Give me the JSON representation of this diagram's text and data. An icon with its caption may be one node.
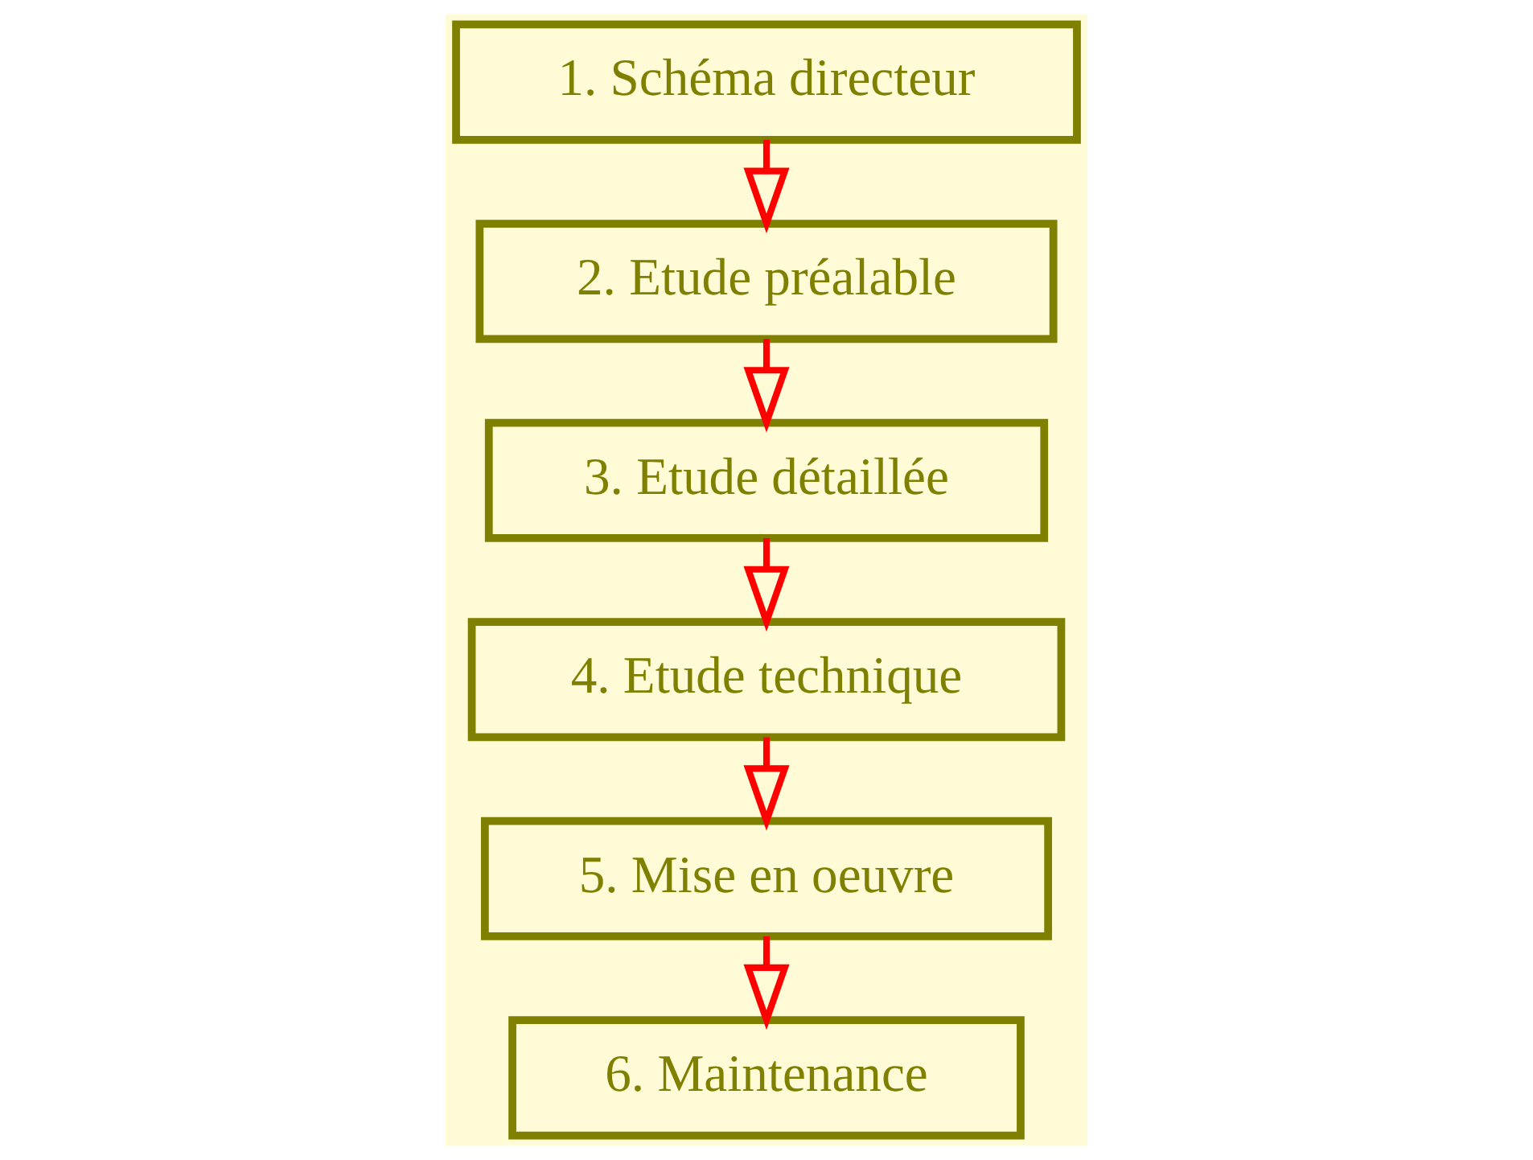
{
  "diagram": {
    "nodes": [
      {
        "text": [
          "1. Schéma directeur"
        ]
      },
      {
        "text": [
          "2. Etude préalable"
        ]
      },
      {
        "text": [
          "3. Etude détaillée"
        ]
      },
      {
        "text": [
          "4. Etude technique"
        ]
      },
      {
        "text": [
          "5. Mise en oeuvre"
        ]
      },
      {
        "text": [
          "6. Maintenance"
        ]
      }
    ],
    "edges": [
      {
        "from": 0,
        "to": 1,
        "arrow": "to"
      },
      {
        "from": 1,
        "to": 2,
        "arrow": "to"
      },
      {
        "from": 2,
        "to": 3,
        "arrow": "to"
      },
      {
        "from": 3,
        "to": 4,
        "arrow": "to"
      },
      {
        "from": 4,
        "to": 5,
        "arrow": "to"
      }
    ]
  }
}
